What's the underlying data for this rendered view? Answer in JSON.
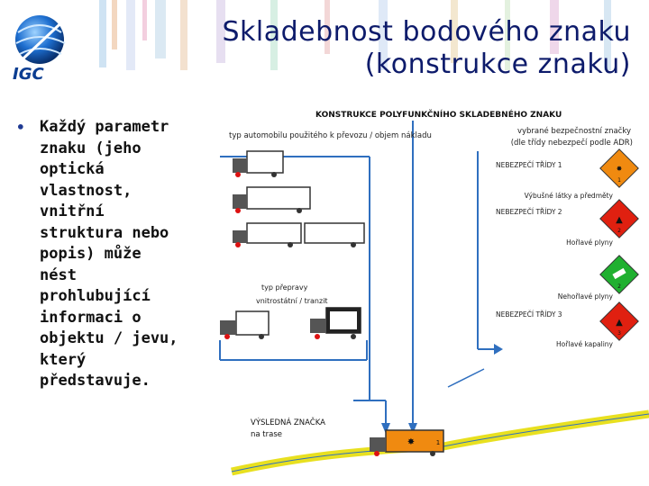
{
  "slide": {
    "title_line1": "Skladebnost bodového znaku",
    "title_line2": "(konstrukce znaku)",
    "logo_text": "IGC",
    "bullet_text": "Každý parametr\nznaku (jeho\noptická\nvlastnost,\nvnitřní\nstruktura nebo\npopis) může\nnést\nprohlubující\ninformaci o\nobjektu / jevu,\nkterý\npředstavuje."
  },
  "diagram": {
    "heading": "KONSTRUKCE POLYFUNKČNÍHO SKLADEBNÉHO ZNAKU",
    "vehicle_caption": "typ automobilu použitého k převozu / objem nákladu",
    "adr_caption_line1": "vybrané bezpečnostní značky",
    "adr_caption_line2": "(dle třídy nebezpečí podle ADR)",
    "class1": "NEBEZPEČÍ TŘÍDY 1",
    "explosives": "Výbušné látky a předměty",
    "class2": "NEBEZPEČÍ TŘÍDY 2",
    "flammable_gases": "Hořlavé plyny",
    "nonflammable_gases": "Nehořlavé plyny",
    "class3": "NEBEZPEČÍ TŘÍDY 3",
    "flammable_liquids": "Hořlavé kapaliny",
    "transport_line1": "typ přepravy",
    "transport_line2": "vnitrostátní / tranzit",
    "result_line1": "VÝSLEDNÁ ZNAČKA",
    "result_line2": "na trase",
    "placard_numbers": [
      "1",
      "2",
      "2",
      "3"
    ],
    "result_number": "1"
  },
  "colors": {
    "title": "#0d1b6b",
    "diagram_lines": "#2f6fbf",
    "route": "#e8e020",
    "placard_orange": "#f08a10",
    "placard_red": "#e02010",
    "placard_green": "#20b030"
  }
}
